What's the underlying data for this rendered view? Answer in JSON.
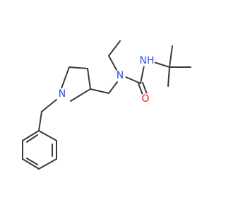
{
  "colors": {
    "bond": "#3a3a3a",
    "nitrogen": "#3050f8",
    "oxygen": "#ff0d0d",
    "carbon": "#3a3a3a"
  },
  "atoms": [
    {
      "id": "N_pyr",
      "label": "N",
      "element": "nitrogen"
    },
    {
      "id": "N_urea",
      "label": "N",
      "element": "nitrogen"
    },
    {
      "id": "NH",
      "label": "NH",
      "element": "nitrogen"
    },
    {
      "id": "O",
      "label": "O",
      "element": "oxygen"
    }
  ]
}
